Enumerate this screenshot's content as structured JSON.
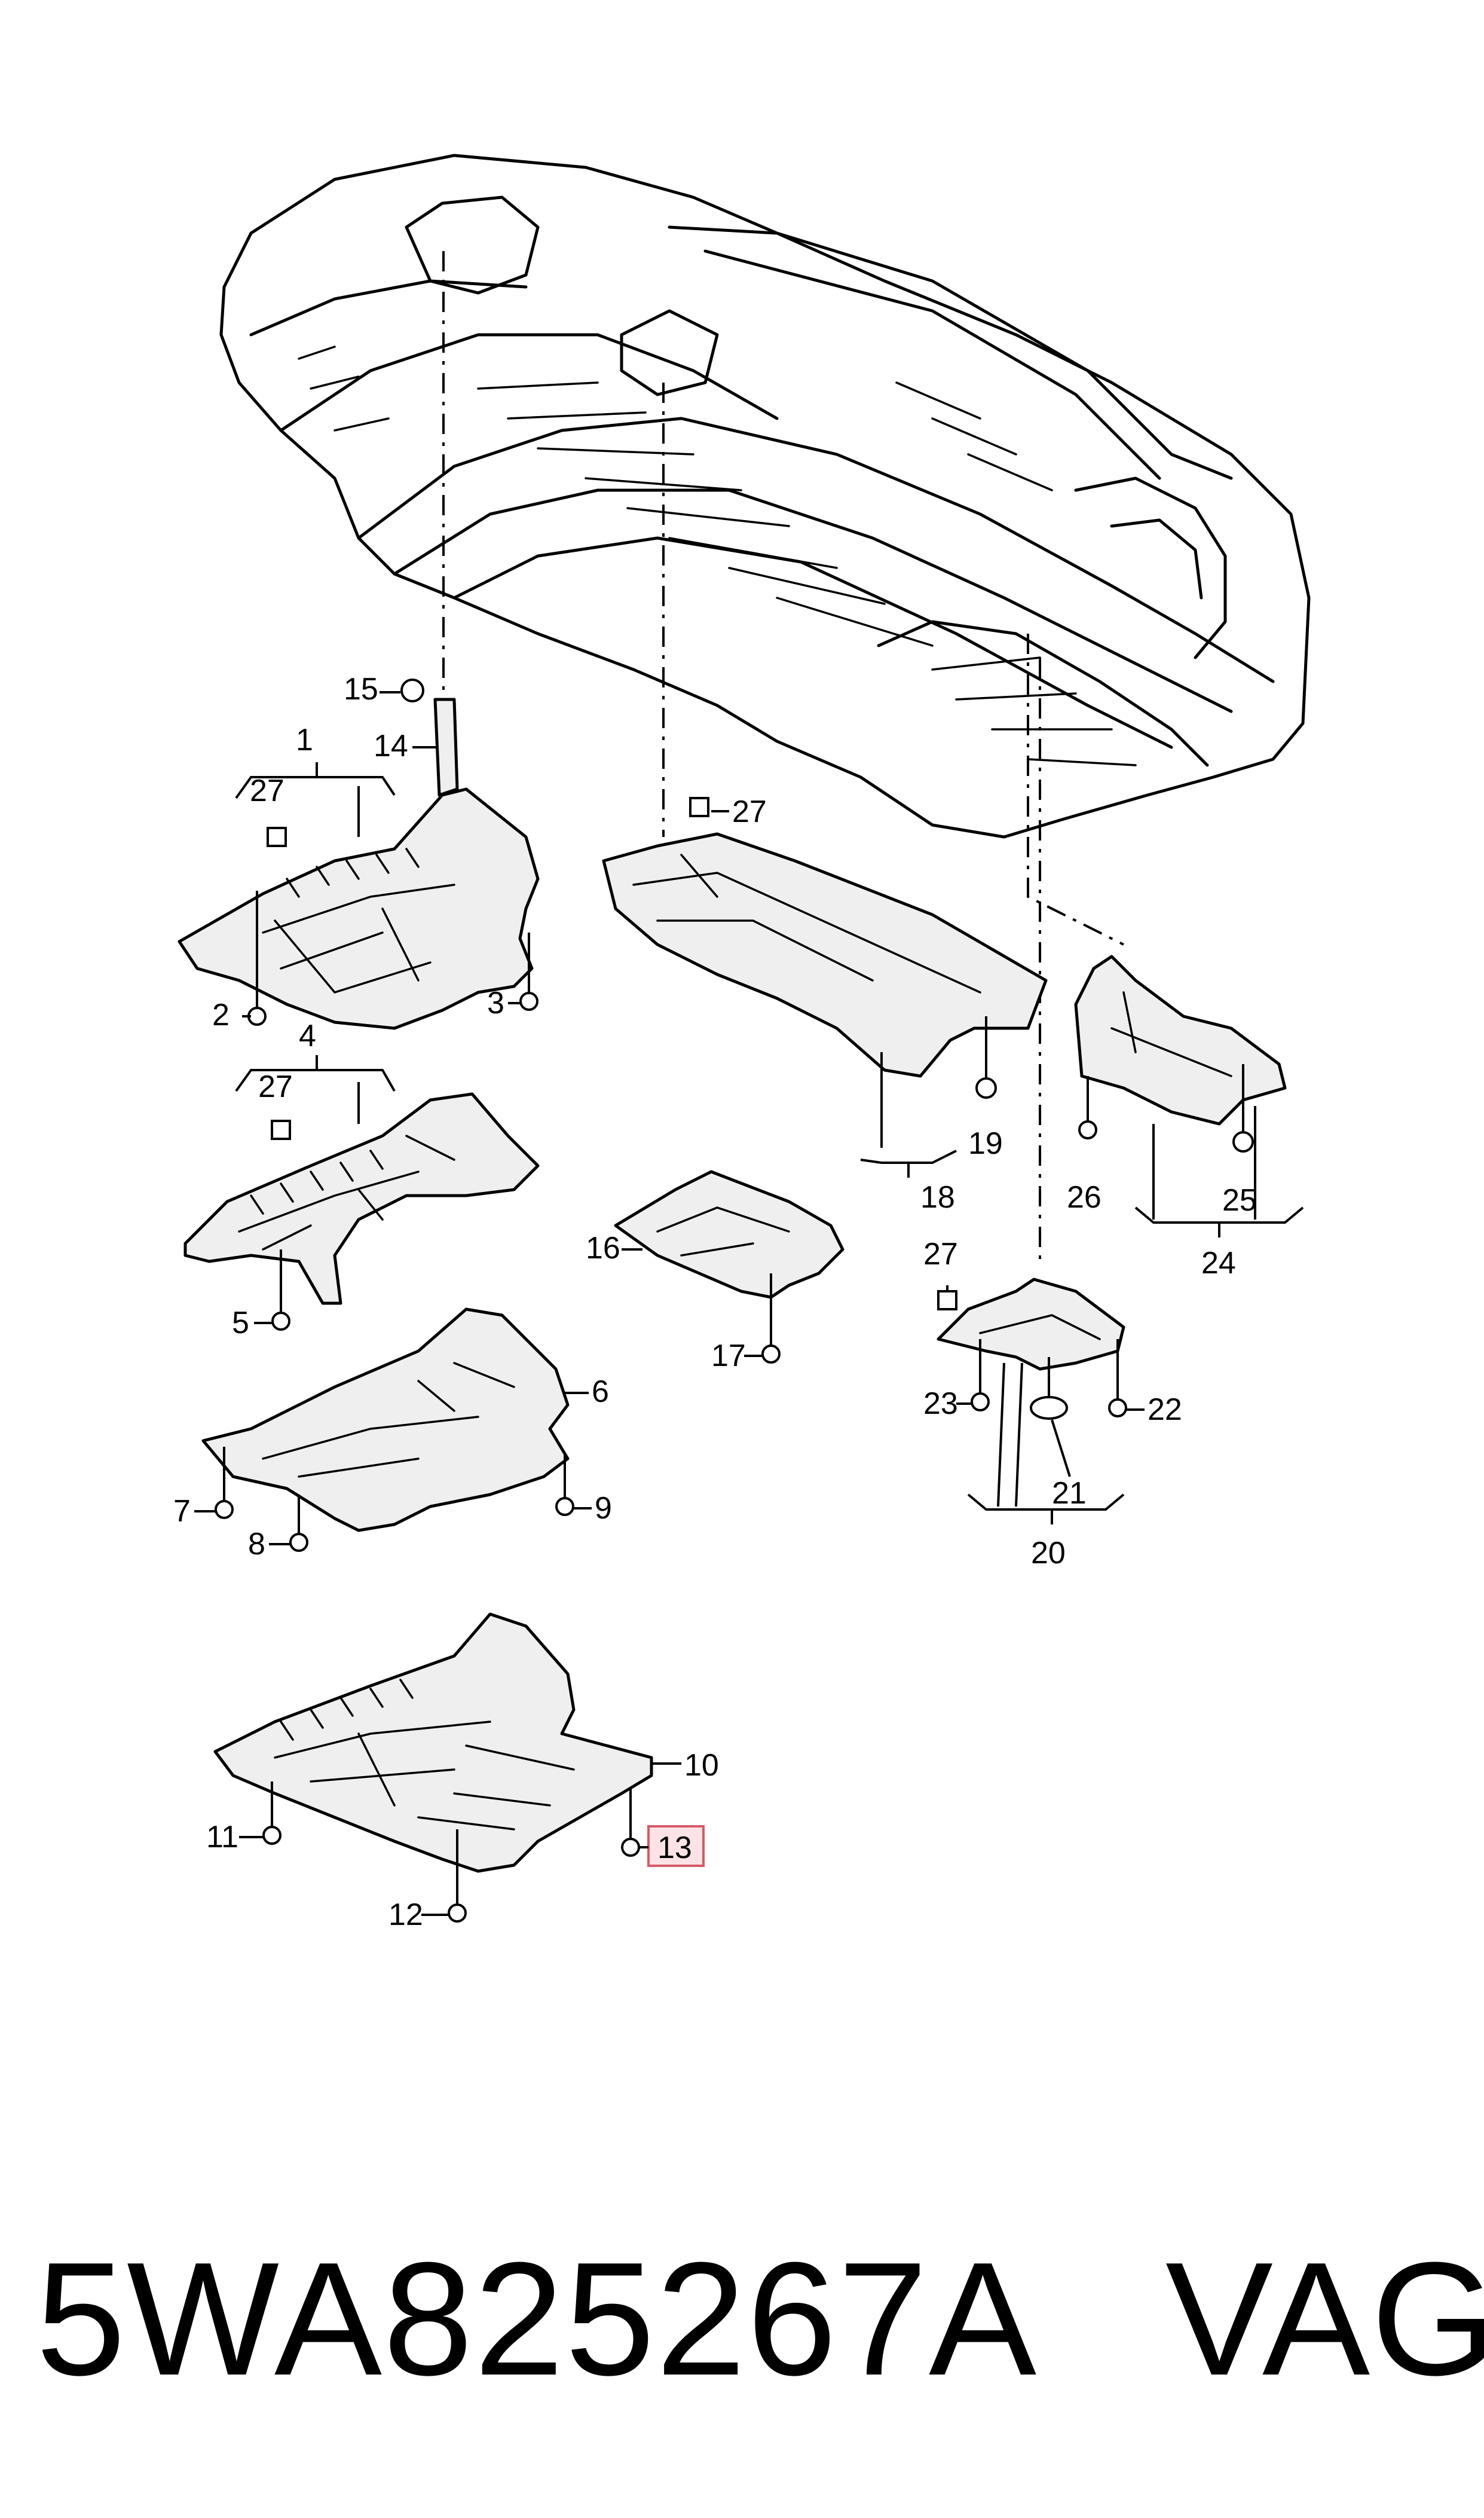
{
  "callouts": {
    "c1": "1",
    "c2": "2",
    "c3": "3",
    "c4": "4",
    "c5": "5",
    "c6": "6",
    "c7": "7",
    "c8": "8",
    "c9": "9",
    "c10": "10",
    "c11": "11",
    "c12": "12",
    "c13": "13",
    "c14": "14",
    "c15": "15",
    "c16": "16",
    "c17": "17",
    "c18": "18",
    "c19": "19",
    "c20": "20",
    "c21": "21",
    "c22": "22",
    "c23": "23",
    "c24": "24",
    "c25": "25",
    "c26": "26",
    "c27": "27"
  },
  "highlighted_callout": "13",
  "highlight_color": "#d65a68",
  "footer": {
    "part_number": "5WA825267A",
    "brand": "VAG"
  }
}
